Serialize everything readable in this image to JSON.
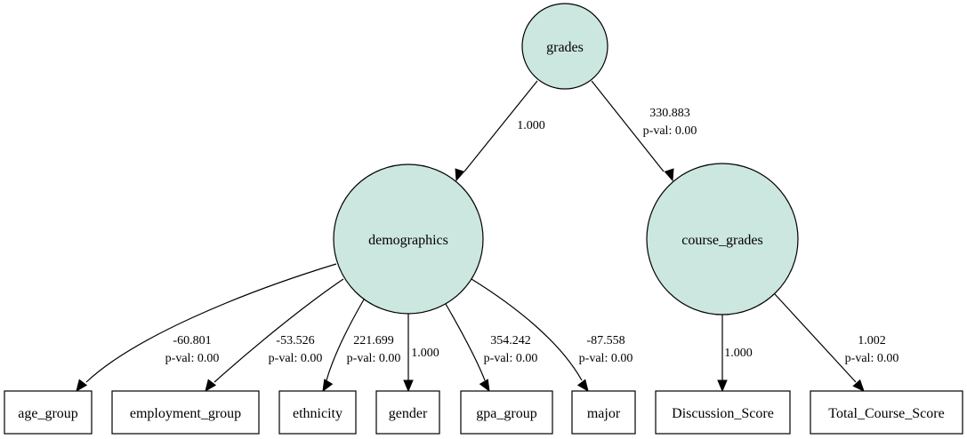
{
  "diagram": {
    "latent_nodes": [
      {
        "id": "grades",
        "label": "grades"
      },
      {
        "id": "demographics",
        "label": "demographics"
      },
      {
        "id": "course_grades",
        "label": "course_grades"
      }
    ],
    "observed_nodes": [
      {
        "id": "age_group",
        "label": "age_group"
      },
      {
        "id": "employment_group",
        "label": "employment_group"
      },
      {
        "id": "ethnicity",
        "label": "ethnicity"
      },
      {
        "id": "gender",
        "label": "gender"
      },
      {
        "id": "gpa_group",
        "label": "gpa_group"
      },
      {
        "id": "major",
        "label": "major"
      },
      {
        "id": "Discussion_Score",
        "label": "Discussion_Score"
      },
      {
        "id": "Total_Course_Score",
        "label": "Total_Course_Score"
      }
    ],
    "edges": [
      {
        "from": "grades",
        "to": "demographics",
        "estimate": "1.000",
        "pval": ""
      },
      {
        "from": "grades",
        "to": "course_grades",
        "estimate": "330.883",
        "pval": "p-val: 0.00"
      },
      {
        "from": "demographics",
        "to": "age_group",
        "estimate": "-60.801",
        "pval": "p-val: 0.00"
      },
      {
        "from": "demographics",
        "to": "employment_group",
        "estimate": "-53.526",
        "pval": "p-val: 0.00"
      },
      {
        "from": "demographics",
        "to": "ethnicity",
        "estimate": "221.699",
        "pval": "p-val: 0.00"
      },
      {
        "from": "demographics",
        "to": "gender",
        "estimate": "1.000",
        "pval": ""
      },
      {
        "from": "demographics",
        "to": "gpa_group",
        "estimate": "354.242",
        "pval": "p-val: 0.00"
      },
      {
        "from": "demographics",
        "to": "major",
        "estimate": "-87.558",
        "pval": "p-val: 0.00"
      },
      {
        "from": "course_grades",
        "to": "Discussion_Score",
        "estimate": "1.000",
        "pval": ""
      },
      {
        "from": "course_grades",
        "to": "Total_Course_Score",
        "estimate": "1.002",
        "pval": "p-val: 0.00"
      }
    ],
    "colors": {
      "latent_fill": "#cce6e0",
      "stroke": "#000000"
    }
  }
}
